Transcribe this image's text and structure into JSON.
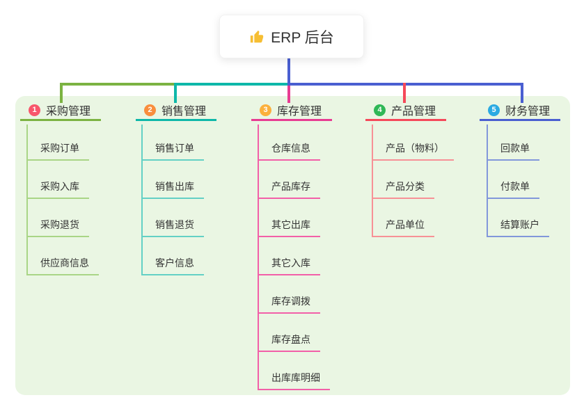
{
  "root": {
    "label": "ERP 后台",
    "icon": "thumbs-up-icon"
  },
  "colors": {
    "canvas_bg": "#FFFFFF",
    "panel_bg": "#EAF6E3",
    "text": "#333333",
    "root_connector": "#4A5FD1",
    "thumb_icon": "#F6BE33"
  },
  "branches": [
    {
      "badge": "1",
      "label": "采购管理",
      "badge_color": "#F8566B",
      "line_color": "#7CB342",
      "child_line_color": "#A9D586",
      "items": [
        "采购订单",
        "采购入库",
        "采购退货",
        "供应商信息"
      ]
    },
    {
      "badge": "2",
      "label": "销售管理",
      "badge_color": "#F98E3D",
      "line_color": "#0EB8A9",
      "child_line_color": "#63D0C5",
      "items": [
        "销售订单",
        "销售出库",
        "销售退货",
        "客户信息"
      ]
    },
    {
      "badge": "3",
      "label": "库存管理",
      "badge_color": "#FBB03C",
      "line_color": "#E83C92",
      "child_line_color": "#F25FA8",
      "items": [
        "仓库信息",
        "产品库存",
        "其它出库",
        "其它入库",
        "库存调拨",
        "库存盘点",
        "出库库明细"
      ]
    },
    {
      "badge": "4",
      "label": "产品管理",
      "badge_color": "#2FB856",
      "line_color": "#F5495A",
      "child_line_color": "#F79196",
      "items": [
        "产品（物料）",
        "产品分类",
        "产品单位"
      ]
    },
    {
      "badge": "5",
      "label": "财务管理",
      "badge_color": "#2BAAE2",
      "line_color": "#4A5FD1",
      "child_line_color": "#8297DB",
      "items": [
        "回款单",
        "付款单",
        "结算账户"
      ]
    }
  ]
}
